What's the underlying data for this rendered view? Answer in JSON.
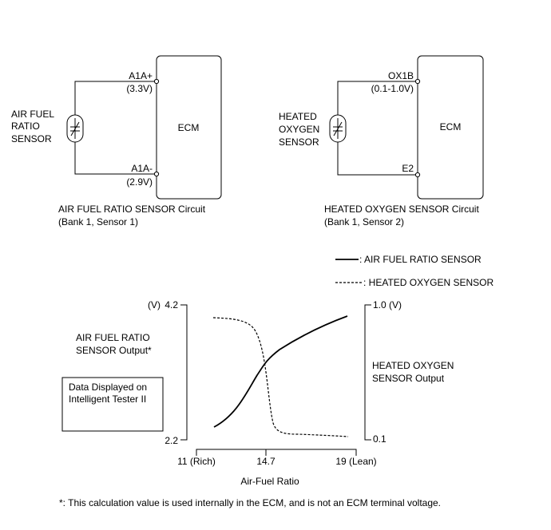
{
  "afr_circuit": {
    "sensor_label": [
      "AIR FUEL",
      "RATIO",
      "SENSOR"
    ],
    "pin_top": "A1A+",
    "pin_top_voltage": "(3.3V)",
    "pin_bottom": "A1A-",
    "pin_bottom_voltage": "(2.9V)",
    "ecm_label": "ECM",
    "caption_line1": "AIR FUEL RATIO SENSOR Circuit",
    "caption_line2": "(Bank 1, Sensor 1)"
  },
  "ho2_circuit": {
    "sensor_label": [
      "HEATED",
      "OXYGEN",
      "SENSOR"
    ],
    "pin_top": "OX1B",
    "pin_top_voltage": "(0.1-1.0V)",
    "pin_bottom": "E2",
    "ecm_label": "ECM",
    "caption_line1": "HEATED OXYGEN SENSOR Circuit",
    "caption_line2": "(Bank 1, Sensor 2)"
  },
  "legend": {
    "solid": ": AIR FUEL RATIO SENSOR",
    "dashed": ": HEATED OXYGEN SENSOR"
  },
  "graph": {
    "left_axis_unit": "(V)",
    "left_axis_top": "4.2",
    "left_axis_bottom": "2.2",
    "left_axis_label": [
      "AIR FUEL RATIO",
      "SENSOR Output*"
    ],
    "right_axis_top": "1.0 (V)",
    "right_axis_bottom": "0.1",
    "right_axis_label": [
      "HEATED OXYGEN",
      "SENSOR Output"
    ],
    "note_box": [
      "Data Displayed on",
      "Intelligent Tester II"
    ],
    "x_ticks": [
      "11 (Rich)",
      "14.7",
      "19 (Lean)"
    ],
    "x_label": "Air-Fuel Ratio"
  },
  "footnote": "*: This calculation value is used internally in the ECM, and is not an ECM terminal voltage."
}
